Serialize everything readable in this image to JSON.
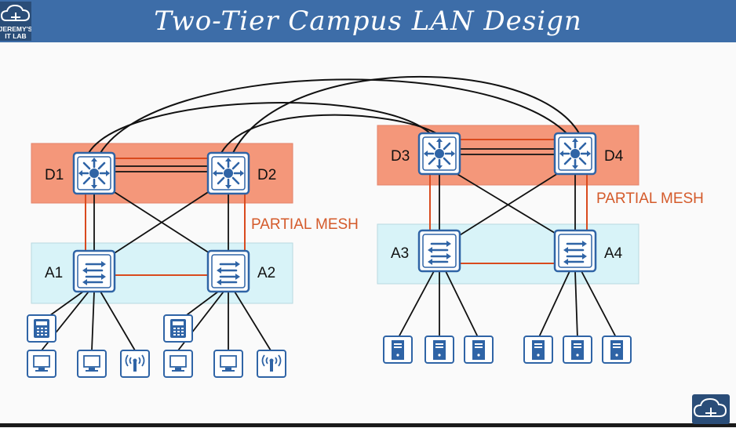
{
  "slide": {
    "title": "Two-Tier Campus LAN Design",
    "logo_text": "JEREMY'S\nIT LAB"
  },
  "left_site": {
    "distribution": [
      "D1",
      "D2"
    ],
    "access": [
      "A1",
      "A2"
    ],
    "mesh_label": "PARTIAL MESH",
    "endpoints_a1": [
      "ip-phone-icon",
      "pc-icon",
      "pc-icon",
      "wireless-ap-icon"
    ],
    "endpoints_a2": [
      "ip-phone-icon",
      "pc-icon",
      "pc-icon",
      "wireless-ap-icon"
    ]
  },
  "right_site": {
    "distribution": [
      "D3",
      "D4"
    ],
    "access": [
      "A3",
      "A4"
    ],
    "mesh_label": "PARTIAL MESH",
    "endpoints_a3": [
      "server-icon",
      "server-icon",
      "server-icon"
    ],
    "endpoints_a4": [
      "server-icon",
      "server-icon",
      "server-icon"
    ]
  },
  "colors": {
    "title_bar": "#3d6da8",
    "distribution_layer": "#f4977a",
    "access_layer": "#d8f3f8",
    "mesh_outline": "#d94a1e",
    "device_fill": "#2f64a6"
  }
}
